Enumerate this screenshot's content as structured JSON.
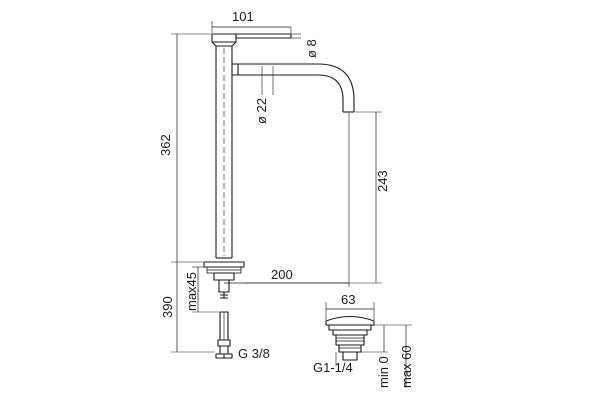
{
  "drawing": {
    "dimensions": {
      "top_width": "101",
      "lever_diameter": "ø 8",
      "spout_diameter": "ø 22",
      "body_height": "362",
      "spout_height": "243",
      "max_deck": "max45",
      "reach": "200",
      "total_height": "390",
      "thread_hose": "G 3/8",
      "waste_width": "63",
      "waste_thread": "G1-1/4",
      "waste_min": "min 0",
      "waste_max": "max 60"
    }
  }
}
